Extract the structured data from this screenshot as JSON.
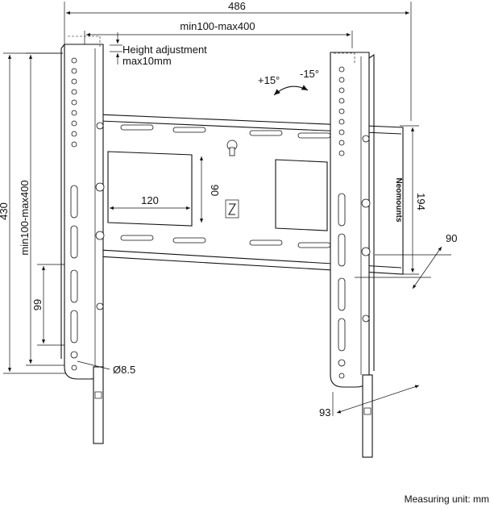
{
  "dimensions": {
    "overall_width": "486",
    "vesa_range_h": "min100-max400",
    "height_adjustment_title": "Height adjustment",
    "height_adjustment_value": "max10mm",
    "tilt_up": "+15°",
    "tilt_down": "-15°",
    "overall_height": "430",
    "vesa_range_v": "min100-max400",
    "plate_width": "120",
    "plate_height": "90",
    "plate_full_height": "194",
    "depth": "90",
    "offset_99": "99",
    "hole_diameter": "Ø8.5",
    "wall_depth": "93"
  },
  "brand_text": "Neomounts",
  "footer": "Measuring unit: mm"
}
